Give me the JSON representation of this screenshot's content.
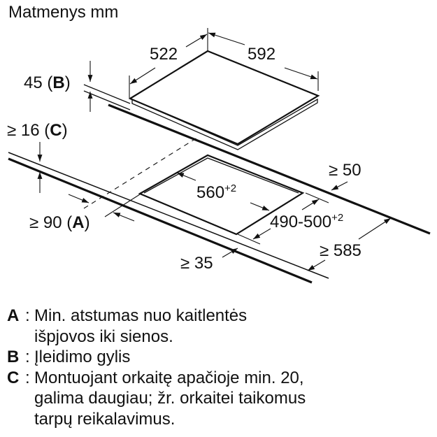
{
  "title": "Matmenys mm",
  "dimensions": {
    "hob_depth": "522",
    "hob_width": "592",
    "depth_b": {
      "value": "45",
      "key": "B"
    },
    "depth_c": {
      "prefix": "≥ 16",
      "key": "C"
    },
    "clearance_a": {
      "prefix": "≥ 90",
      "key": "A"
    },
    "cutout_width": {
      "value": "560",
      "tolerance": "+2"
    },
    "cutout_depth": {
      "value": "490-500",
      "tolerance": "+2"
    },
    "rear_clearance": "≥ 50",
    "worktop_depth": "≥ 585",
    "front_clearance": "≥ 35"
  },
  "legend": [
    {
      "key": "A",
      "text": "Min. atstumas nuo kaitlentės\nišpjovos iki sienos."
    },
    {
      "key": "B",
      "text": "Įleidimo gylis"
    },
    {
      "key": "C",
      "text": "Montuojant orkaitę apačioje min. 20,\ngalima daugiau; žr. orkaitei taikomus\ntarpų reikalavimus."
    }
  ],
  "colors": {
    "line": "#111111",
    "background": "#ffffff"
  }
}
